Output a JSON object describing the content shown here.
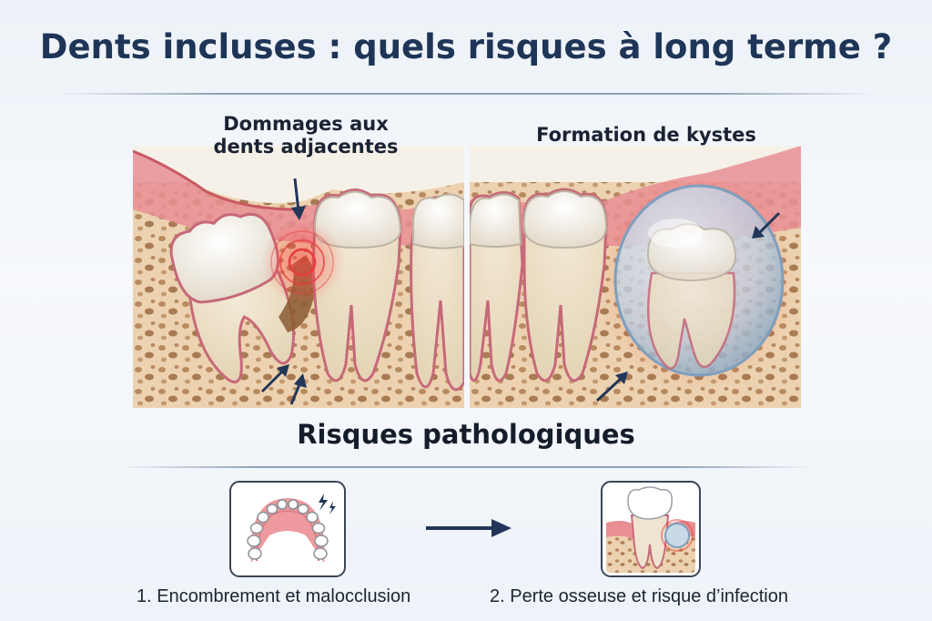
{
  "title": "Dents incluses : quels risques à long terme ?",
  "panels": [
    {
      "label_lines": [
        "Dommages aux",
        "dents adjacentes"
      ],
      "icon": "impacted-tooth-damage-illustration"
    },
    {
      "label": "Formation de kystes",
      "icon": "cyst-formation-illustration"
    }
  ],
  "section_title": "Risques pathologiques",
  "steps": [
    {
      "caption": "1. Encombrement et malocclusion",
      "icon": "dental-arch-crowding-icon"
    },
    {
      "caption": "2. Perte osseuse et risque d’infection",
      "icon": "bone-loss-tooth-icon"
    }
  ],
  "colors": {
    "title": "#1e3557",
    "gum": "#e98f94",
    "bone": "#ecd2b0",
    "tooth": "#f6f2ea",
    "alert": "#e53b3b",
    "arrow": "#23365a"
  }
}
